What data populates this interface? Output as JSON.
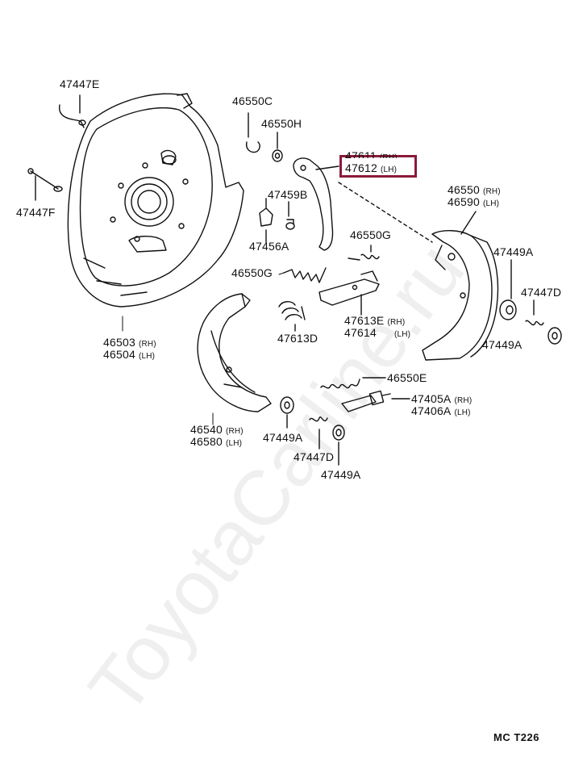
{
  "watermark": "ToyotaCarline.ru",
  "highlight_color": "#8b1a3a",
  "footer": "MC  T226",
  "labels": {
    "p47447E": {
      "code": "47447E",
      "suffix": ""
    },
    "p47447F": {
      "code": "47447F",
      "suffix": ""
    },
    "p46550C": {
      "code": "46550C",
      "suffix": ""
    },
    "p46550H": {
      "code": "46550H",
      "suffix": ""
    },
    "p47611": {
      "code": "47611",
      "suffix": "(RH)"
    },
    "p47612": {
      "code": "47612",
      "suffix": "(LH)"
    },
    "p47459B": {
      "code": "47459B",
      "suffix": ""
    },
    "p47456A": {
      "code": "47456A",
      "suffix": ""
    },
    "p46550G_top": {
      "code": "46550G",
      "suffix": ""
    },
    "p46550G_left": {
      "code": "46550G",
      "suffix": ""
    },
    "p46550": {
      "code": "46550",
      "suffix": "(RH)"
    },
    "p46590": {
      "code": "46590",
      "suffix": "(LH)"
    },
    "p47449A_right_top": {
      "code": "47449A",
      "suffix": ""
    },
    "p47447D_right": {
      "code": "47447D",
      "suffix": ""
    },
    "p47449A_right_bottom": {
      "code": "47449A",
      "suffix": ""
    },
    "p47613D": {
      "code": "47613D",
      "suffix": ""
    },
    "p47613E": {
      "code": "47613E",
      "suffix": "(RH)"
    },
    "p47614": {
      "code": "47614",
      "suffix": "(LH)"
    },
    "p46503": {
      "code": "46503",
      "suffix": "(RH)"
    },
    "p46504": {
      "code": "46504",
      "suffix": "(LH)"
    },
    "p46550E": {
      "code": "46550E",
      "suffix": ""
    },
    "p47405A": {
      "code": "47405A",
      "suffix": "(RH)"
    },
    "p47406A": {
      "code": "47406A",
      "suffix": "(LH)"
    },
    "p46540": {
      "code": "46540",
      "suffix": "(RH)"
    },
    "p46580": {
      "code": "46580",
      "suffix": "(LH)"
    },
    "p47449A_mid": {
      "code": "47449A",
      "suffix": ""
    },
    "p47447D_mid": {
      "code": "47447D",
      "suffix": ""
    },
    "p47449A_bottom": {
      "code": "47449A",
      "suffix": ""
    }
  }
}
